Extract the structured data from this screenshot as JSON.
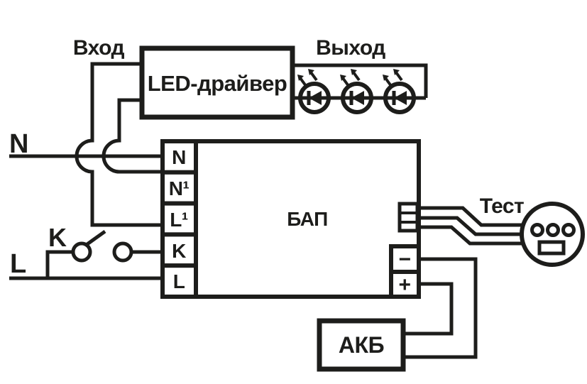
{
  "labels": {
    "input": "Вход",
    "output": "Выход",
    "driver": "LED-драйвер",
    "bap": "БАП",
    "battery": "АКБ",
    "test": "Тест",
    "mains_n": "N",
    "mains_l": "L",
    "switch_k": "K"
  },
  "terminals": {
    "input_block": [
      "N",
      "N¹",
      "L¹",
      "K",
      "L"
    ],
    "battery_block": [
      "−",
      "+"
    ]
  },
  "icons": {
    "led": "led-diode-circle-with-emission-arrows",
    "switch": "normally-open-contact-switch",
    "test_button": "round-test-button"
  },
  "colors": {
    "line": "#1d1d1b",
    "background": "#ffffff"
  }
}
